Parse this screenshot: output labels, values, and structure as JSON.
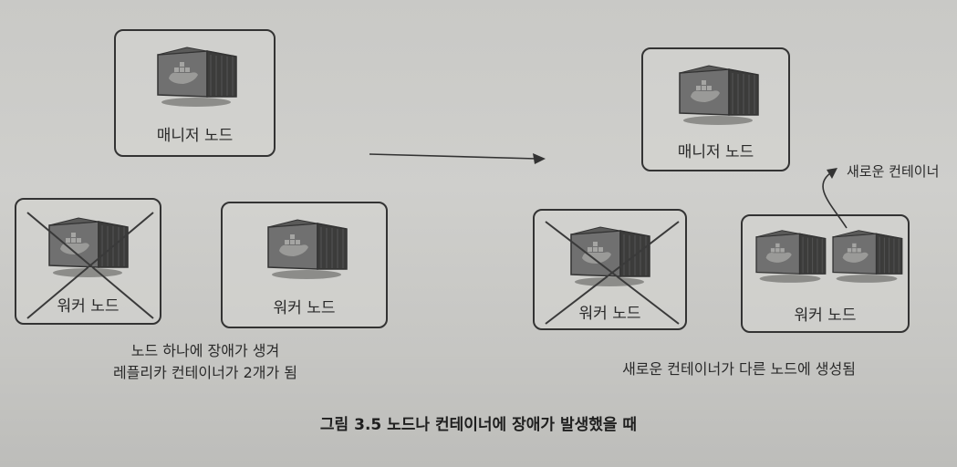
{
  "left": {
    "manager_label": "매니저 노드",
    "worker1_label": "워커 노드",
    "worker2_label": "워커 노드",
    "caption_line1": "노드 하나에 장애가 생겨",
    "caption_line2": "레플리카 컨테이너가 2개가 됨"
  },
  "right": {
    "manager_label": "매니저 노드",
    "worker1_label": "워커 노드",
    "worker2_label": "워커 노드",
    "new_container_note": "새로운 컨테이너",
    "caption": "새로운 컨테이너가 다른 노드에 생성됨"
  },
  "figure_caption": "그림 3.5 노드나 컨테이너에 장애가 발생했을 때",
  "colors": {
    "background": "#cacac7",
    "border": "#333333",
    "container_front": "#6d6d6b",
    "container_side": "#3b3b3a",
    "cross": "#3a3a3a"
  },
  "icons": [
    "docker-container-icon",
    "cross-out-mark",
    "transition-arrow",
    "curved-arrow"
  ]
}
